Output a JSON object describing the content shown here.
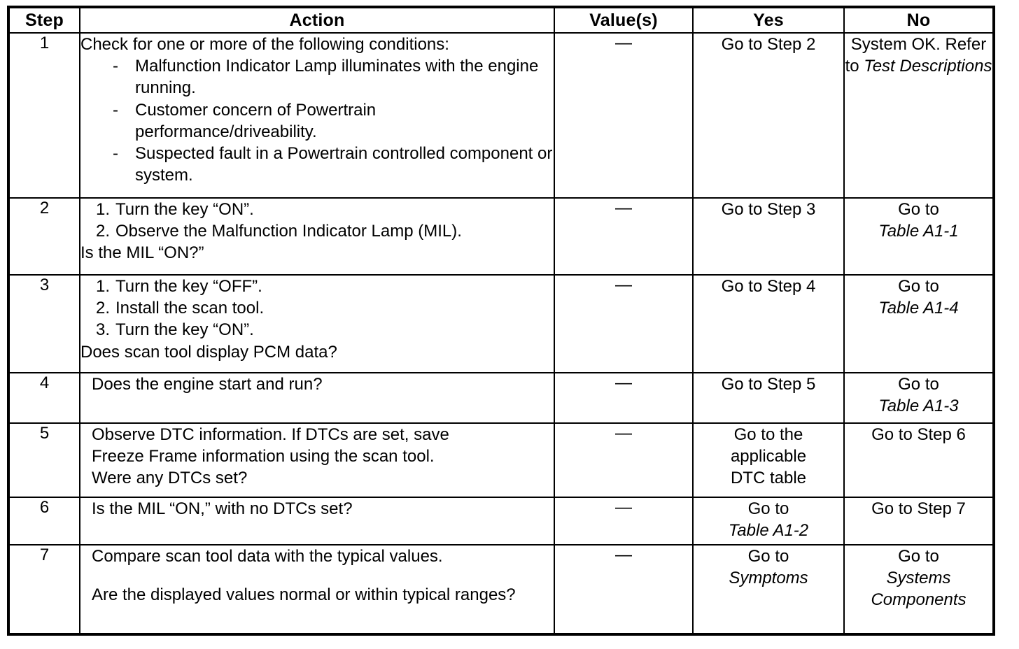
{
  "table": {
    "headers": {
      "step": "Step",
      "action": "Action",
      "value": "Value(s)",
      "yes": "Yes",
      "no": "No"
    },
    "value_dash": "—",
    "rows": [
      {
        "step": "1",
        "action_lead": "Check for one or more of the following conditions:",
        "bullets": [
          {
            "marker": "-",
            "text": "Malfunction Indicator Lamp illuminates with the engine running."
          },
          {
            "marker": "-",
            "text": "Customer concern of Powertrain performance/driveability."
          },
          {
            "marker": "-",
            "text": "Suspected fault in a Powertrain controlled component or system."
          }
        ],
        "value": "—",
        "yes": "Go to Step 2",
        "no_plain": "System OK. Refer to ",
        "no_italic": "Test Descriptions"
      },
      {
        "step": "2",
        "numbered": [
          {
            "num": "1.",
            "text": "Turn the key “ON”."
          },
          {
            "num": "2.",
            "text": "Observe the Malfunction Indicator Lamp (MIL)."
          }
        ],
        "question": "Is the MIL “ON?”",
        "value": "—",
        "yes": "Go to Step 3",
        "no_plain": "Go to ",
        "no_italic": "Table A1-1"
      },
      {
        "step": "3",
        "numbered": [
          {
            "num": "1.",
            "text": "Turn the key “OFF”."
          },
          {
            "num": "2.",
            "text": "Install the scan tool."
          },
          {
            "num": "3.",
            "text": "Turn the key “ON”."
          }
        ],
        "question": "Does scan tool display PCM data?",
        "value": "—",
        "yes": "Go to Step 4",
        "no_plain": "Go to ",
        "no_italic": "Table A1-4"
      },
      {
        "step": "4",
        "question": "Does the engine start and run?",
        "value": "—",
        "yes": "Go to Step 5",
        "no_plain": "Go to ",
        "no_italic": "Table A1-3"
      },
      {
        "step": "5",
        "line1": "Observe DTC information. If DTCs are set, save",
        "line2": "Freeze Frame information using the scan tool.",
        "question": "Were any DTCs set?",
        "value": "—",
        "yes": "Go to the applicable DTC table",
        "no": "Go to Step 6"
      },
      {
        "step": "6",
        "question": "Is the MIL “ON,” with no DTCs set?",
        "value": "—",
        "yes_plain": "Go to ",
        "yes_italic": "Table A1-2",
        "no": "Go to Step 7"
      },
      {
        "step": "7",
        "line1": "Compare scan tool data with the typical values.",
        "question": "Are the displayed values normal or within typical ranges?",
        "value": "—",
        "yes_plain": "Go to ",
        "yes_italic": "Symptoms",
        "no_plain": "Go to ",
        "no_italic": "Systems Components"
      }
    ]
  }
}
